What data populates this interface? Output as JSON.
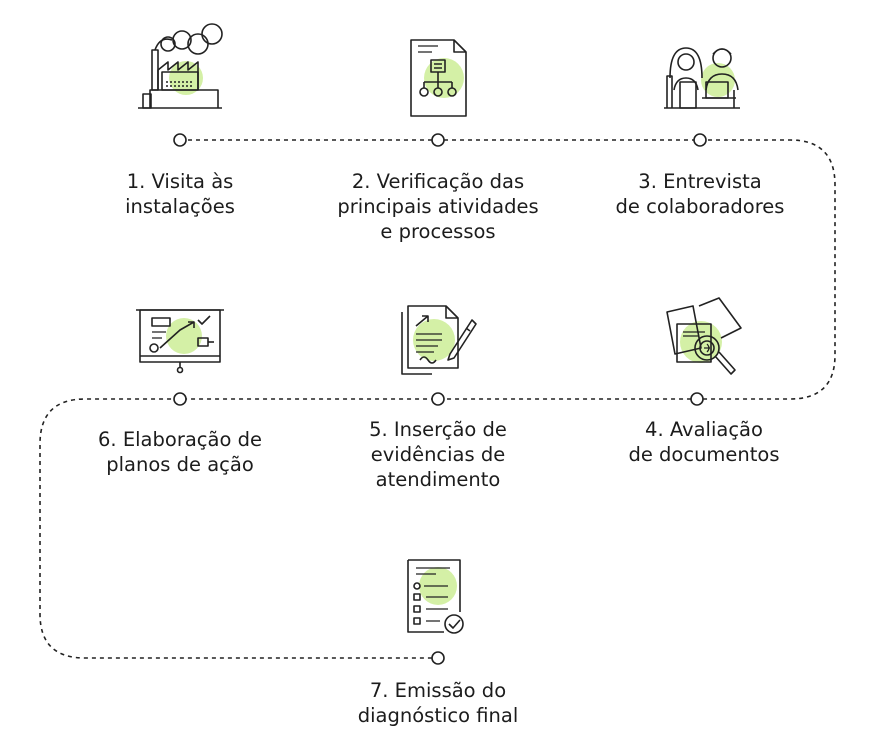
{
  "accent_color": "#d4f0a6",
  "line_color": "#1f1f1f",
  "steps": [
    {
      "number": 1,
      "label": "1. Visita às\ninstalações",
      "icon": "factory-icon"
    },
    {
      "number": 2,
      "label": "2. Verificação das\nprincipais atividades\ne processos",
      "icon": "flowchart-document-icon"
    },
    {
      "number": 3,
      "label": "3. Entrevista\nde colaboradores",
      "icon": "interview-people-icon"
    },
    {
      "number": 4,
      "label": "4. Avaliação\nde documentos",
      "icon": "document-magnifier-icon"
    },
    {
      "number": 5,
      "label": "5. Inserção de\nevidências de\natendimento",
      "icon": "document-pen-icon"
    },
    {
      "number": 6,
      "label": "6. Elaboração de\nplanos de ação",
      "icon": "presentation-board-icon"
    },
    {
      "number": 7,
      "label": "7. Emissão do\ndiagnóstico final",
      "icon": "checklist-report-icon"
    }
  ]
}
